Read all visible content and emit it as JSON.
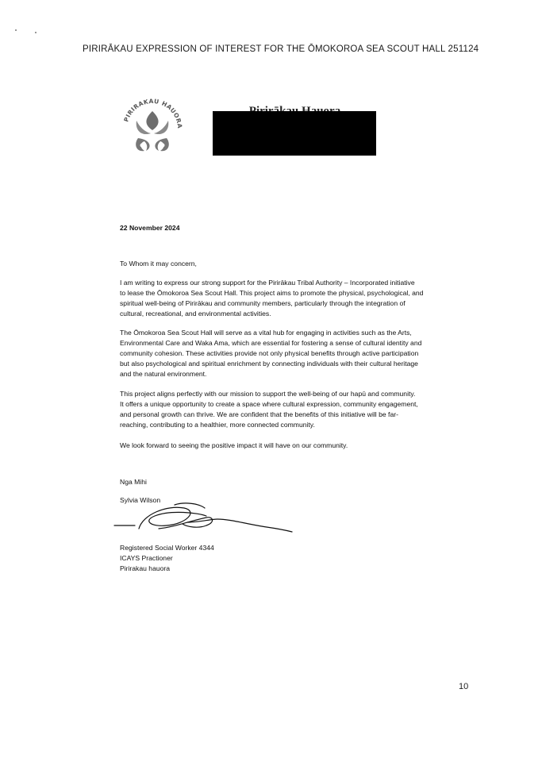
{
  "header": "PIRIRĀKAU EXPRESSION OF INTEREST FOR THE ŌMOKOROA SEA SCOUT HALL 251124",
  "letterhead": {
    "org_name": "Pirirākau Hauora",
    "logo_text": "PIRIRAKAU HAUORA"
  },
  "letter": {
    "date": "22 November 2024",
    "salutation": "To Whom it may concern,",
    "paragraphs": [
      [
        "I am writing to express our strong support for the Pirirākau Tribal Authority – Incorporated initiative",
        "to lease the Ōmokoroa Sea Scout Hall. This project aims to promote the physical, psychological, and",
        "spiritual well-being of Pirirākau and community members, particularly through the integration of",
        "cultural, recreational, and environmental activities."
      ],
      [
        "The Ōmokoroa Sea Scout Hall will serve as a vital hub for engaging in activities such as the Arts,",
        "Environmental Care and Waka Ama, which are essential for fostering a sense of cultural identity and",
        "community cohesion. These activities provide not only physical benefits through active participation",
        "but also psychological and spiritual enrichment by connecting individuals with their cultural heritage",
        "and the natural environment."
      ],
      [
        "This project aligns perfectly with our mission to support the well-being of our hapū and community.",
        "It offers a unique opportunity to create a space where cultural expression, community engagement,",
        "and personal growth can thrive.  We are confident that the benefits of this initiative will be far-",
        "reaching, contributing to a healthier, more connected community."
      ],
      [
        "We look forward to seeing the positive impact it will have on our community."
      ]
    ],
    "closing": "Nga Mihi",
    "signatory": "Sylvia Wilson",
    "titles": [
      "Registered Social Worker 4344",
      "ICAYS Practioner",
      "Pirirakau hauora"
    ]
  },
  "page_number": "10"
}
